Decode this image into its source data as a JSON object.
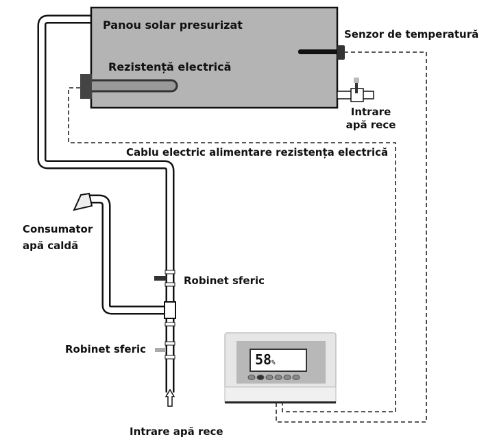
{
  "labels": {
    "tank": "Panou solar presurizat",
    "heater": "Rezistență electrică",
    "sensor": "Senzor de temperatură",
    "inlet_top_1": "Intrare",
    "inlet_top_2": "apă rece",
    "cable": "Cablu electric alimentare rezistența electrică",
    "consumer_1": "Consumator",
    "consumer_2": "apă caldă",
    "valve_upper": "Robinet sferic",
    "valve_lower": "Robinet sferic",
    "inlet_bottom": "Intrare apă rece"
  },
  "controller": {
    "display_value": "58",
    "unit": "%"
  },
  "colors": {
    "tank_fill": "#b4b4b4",
    "controller_fill": "#d6d6d6",
    "line": "#111111"
  }
}
